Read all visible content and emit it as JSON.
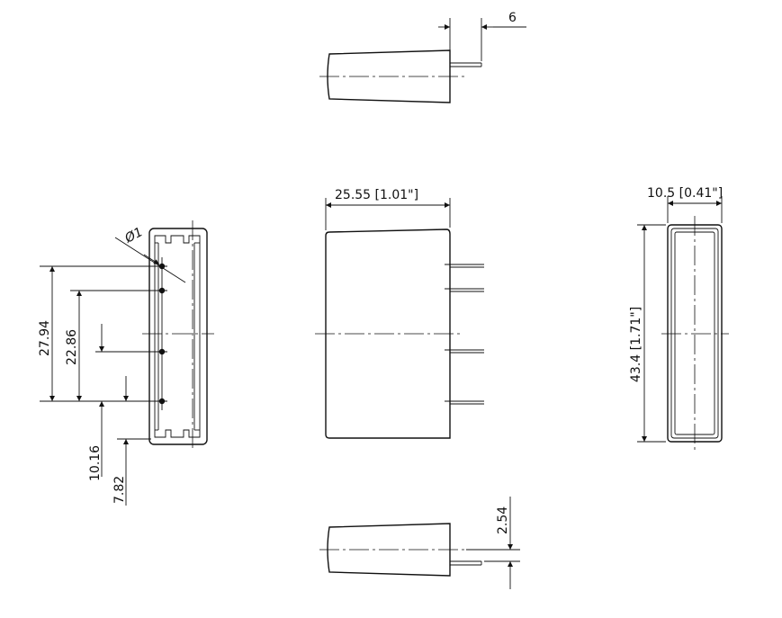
{
  "dimensions": {
    "top_pin_length": "6",
    "width": "25.55 [1.01\"]",
    "depth": "10.5 [0.41\"]",
    "height": "43.4 [1.71\"]",
    "pin_diameter": "Ø1",
    "pitch_1": "27.94",
    "pitch_2": "22.86",
    "pitch_3": "10.16",
    "pitch_4": "7.82",
    "bottom_pin_offset": "2.54"
  }
}
